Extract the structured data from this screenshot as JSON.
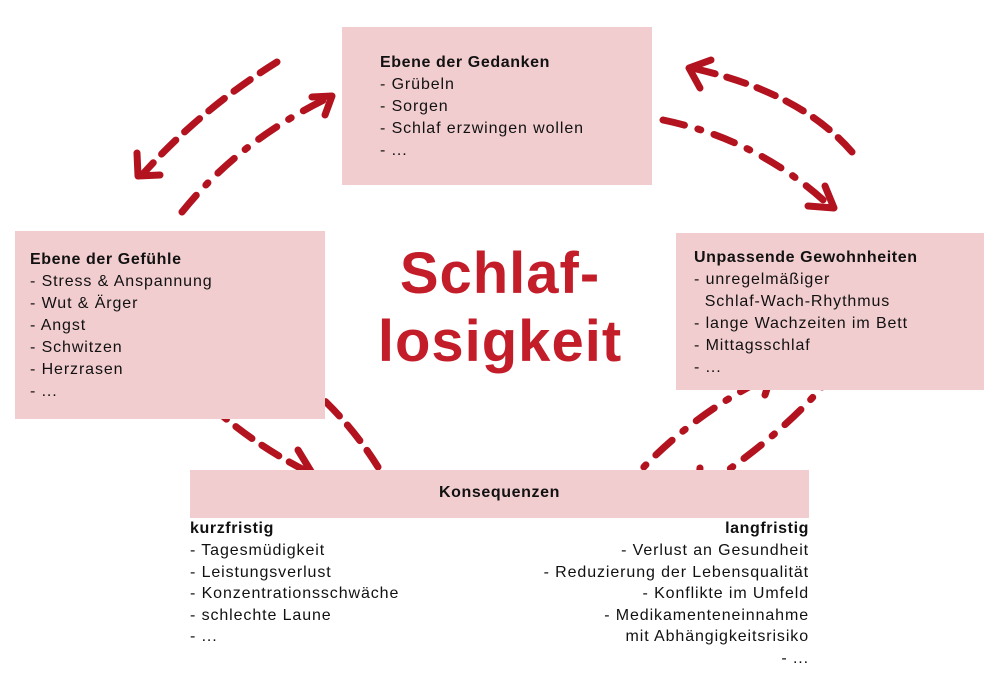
{
  "center_title": [
    "Schlaf-",
    "losigkeit"
  ],
  "thoughts": {
    "title": "Ebene der Gedanken",
    "items": [
      "- Grübeln",
      "- Sorgen",
      "- Schlaf erzwingen wollen",
      "- ..."
    ]
  },
  "feelings": {
    "title": "Ebene der Gefühle",
    "items": [
      "- Stress & Anspannung",
      "- Wut & Ärger",
      "- Angst",
      "- Schwitzen",
      "- Herzrasen",
      "- ..."
    ]
  },
  "habits": {
    "title": "Unpassende Gewohnheiten",
    "items": [
      "- unregelmäßiger",
      "  Schlaf-Wach-Rhythmus",
      "- lange Wachzeiten im Bett",
      "- Mittagsschlaf",
      "- ..."
    ]
  },
  "consequences": {
    "title": "Konsequenzen",
    "short_term": {
      "title": "kurzfristig",
      "items": [
        "- Tagesmüdigkeit",
        "- Leistungsverlust",
        "- Konzentrationsschwäche",
        "- schlechte Laune",
        "- ..."
      ]
    },
    "long_term": {
      "title": "langfristig",
      "items": [
        "- Verlust an Gesundheit",
        "- Reduzierung der Lebensqualität",
        "- Konflikte im Umfeld",
        "- Medikamenteneinnahme",
        "mit Abhängigkeitsrisiko",
        "- ..."
      ]
    }
  },
  "colors": {
    "box_fill": "#f2cdcf",
    "accent": "#c31d2a",
    "arrow": "#b3121f"
  }
}
